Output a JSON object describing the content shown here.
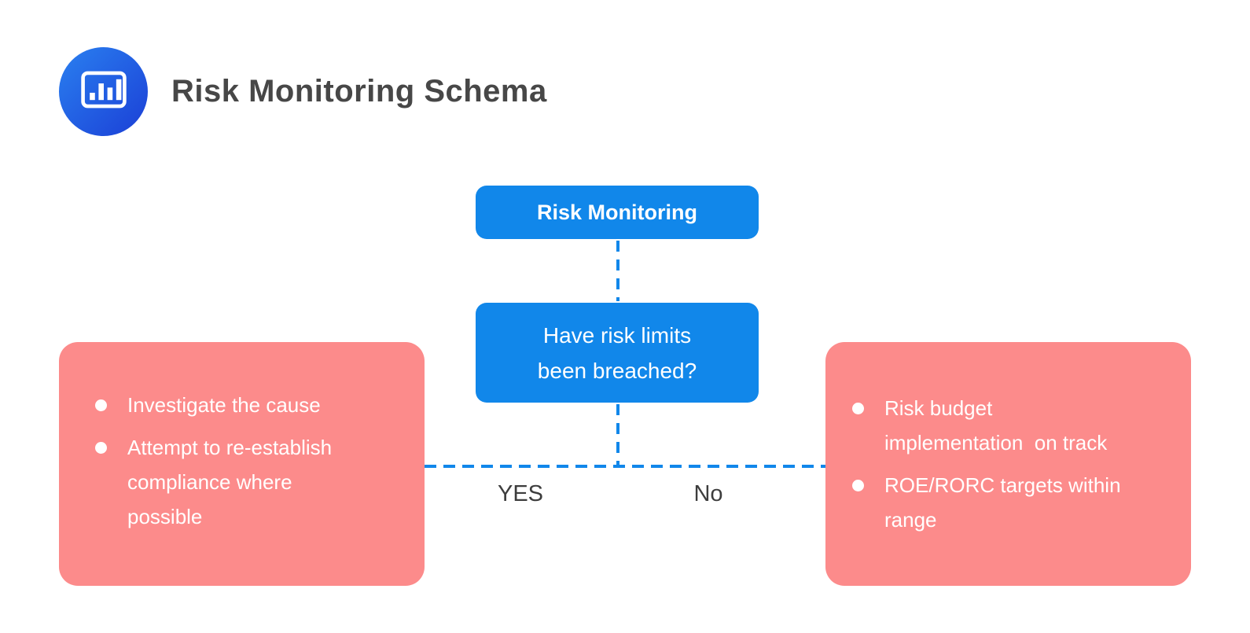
{
  "header": {
    "title": "Risk Monitoring Schema",
    "icon": "bar-chart-icon"
  },
  "colors": {
    "node_blue": "#1187EA",
    "connector_blue": "#1187EA",
    "outcome_pink": "#FC8B8B",
    "title_gray": "#474747",
    "branch_label_gray": "#3D3D3D",
    "icon_gradient_start": "#2A80F0",
    "icon_gradient_end": "#1B3FD6"
  },
  "flowchart": {
    "start_node": {
      "label": "Risk Monitoring"
    },
    "decision_node": {
      "label": "Have risk limits\nbeen breached?"
    },
    "branches": {
      "yes_label": "YES",
      "no_label": "No"
    },
    "yes_outcome": {
      "items": [
        "Investigate the cause",
        "Attempt to re-establish\ncompliance where\npossible"
      ]
    },
    "no_outcome": {
      "items": [
        "Risk budget\nimplementation  on track",
        "ROE/RORC targets within\nrange"
      ]
    }
  }
}
